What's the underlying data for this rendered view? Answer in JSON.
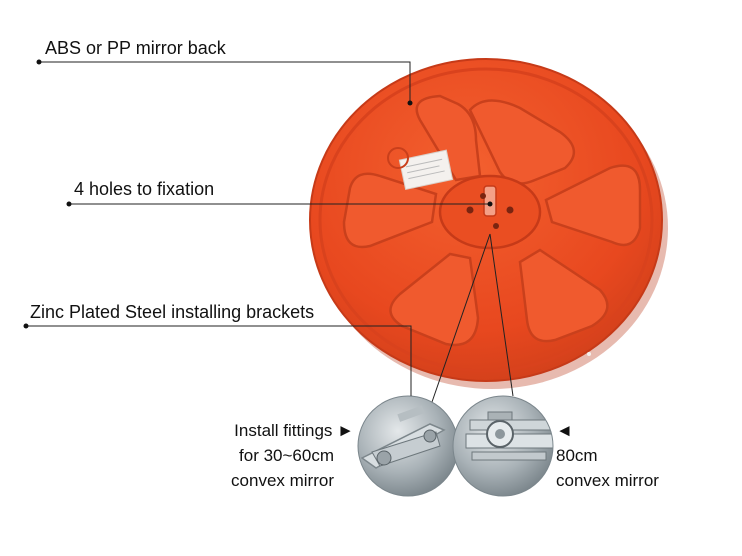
{
  "callouts": {
    "mirror_back": "ABS or PP mirror back",
    "holes": "4 holes to fixation",
    "brackets": "Zinc Plated Steel installing brackets"
  },
  "fittings_small": {
    "line1": "Install fittings ►",
    "line2": "for 30~60cm",
    "line3": "convex mirror"
  },
  "fittings_large": {
    "arrow": "◄",
    "line1": "80cm",
    "line2": "convex mirror"
  },
  "colors": {
    "mirror_orange": "#e8481f",
    "mirror_rib": "#f05a2e",
    "mirror_shadow": "#c63a18",
    "steel": "#9aa3a8"
  }
}
